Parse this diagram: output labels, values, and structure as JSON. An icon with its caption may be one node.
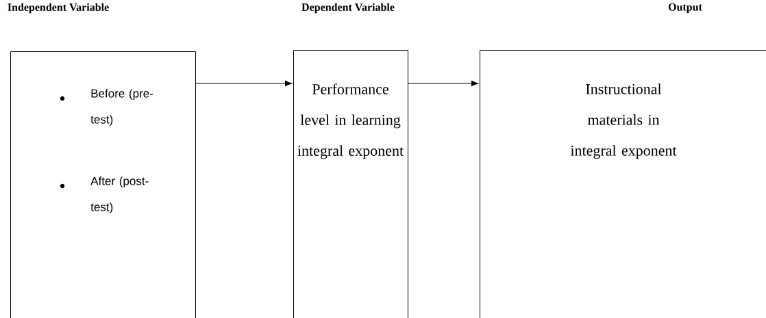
{
  "diagram": {
    "nodes": [
      {
        "text": [
          "Independent Variable",
          "Before (pre-test)",
          "After (post-test)"
        ]
      },
      {
        "text": [
          "Dependent Variable",
          "Performance level in learning integral exponent"
        ]
      },
      {
        "text": [
          "Output",
          "Instructional materials in integral exponent"
        ]
      }
    ],
    "edges": [
      {
        "from": 0,
        "to": 1,
        "arrow": "to"
      },
      {
        "from": 1,
        "to": 2,
        "arrow": "to"
      }
    ]
  }
}
